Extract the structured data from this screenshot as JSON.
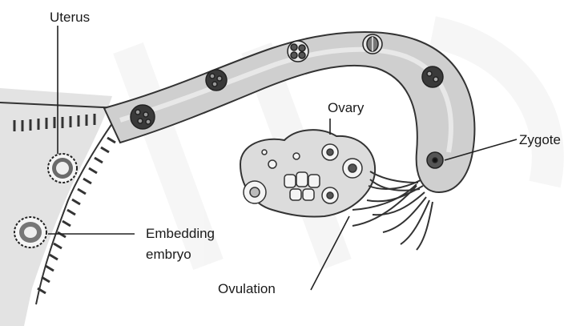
{
  "diagram": {
    "labels": {
      "uterus": "Uterus",
      "ovary": "Ovary",
      "zygote": "Zygote",
      "embedding_line1": "Embedding",
      "embedding_line2": "embryo",
      "ovulation": "Ovulation"
    },
    "colors": {
      "tube_fill": "#c9c9c9",
      "tube_stroke": "#3a3a3a",
      "uterus_fill": "#e0e0e0",
      "ovary_fill": "#dcdcdc",
      "embryo_dark": "#2b2b2b",
      "line": "#222222"
    }
  }
}
